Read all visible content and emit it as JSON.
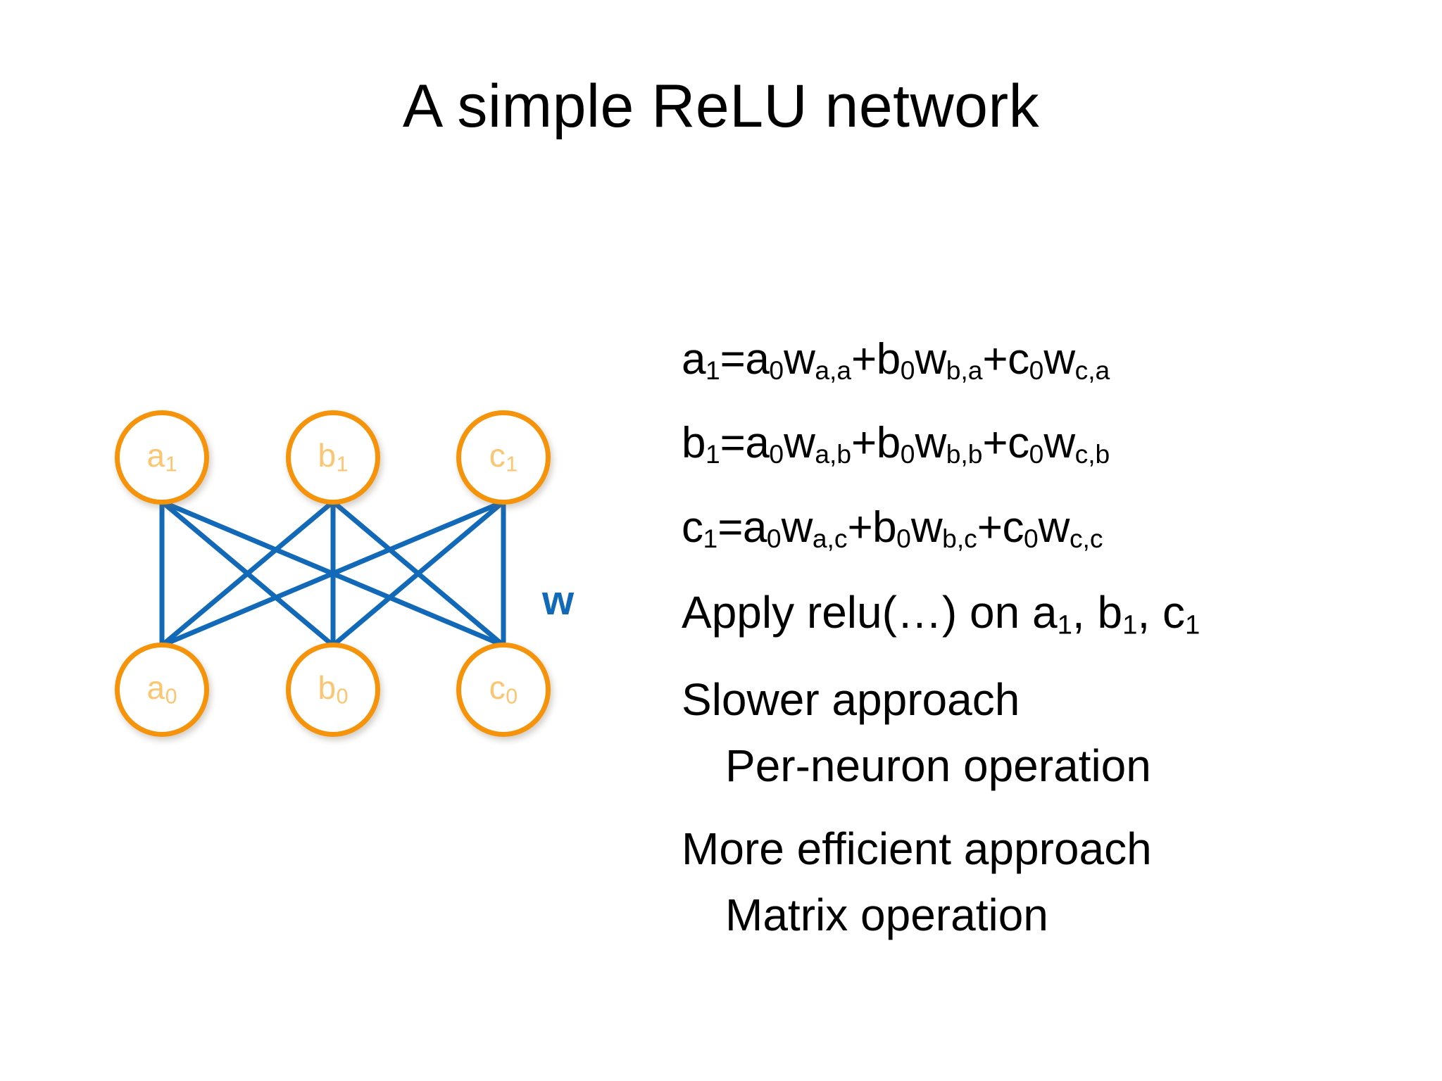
{
  "slide": {
    "title": "A simple ReLU network",
    "background_color": "#ffffff"
  },
  "colors": {
    "node_ring": "#F5930B",
    "node_fill": "#ffffff",
    "node_label": "#FBC572",
    "edge": "#1269B8",
    "weight_label": "#1269B8",
    "text": "#000000"
  },
  "diagram": {
    "name": "feedforward-network",
    "weight_label": "w",
    "layers": [
      {
        "name": "output-layer",
        "nodes": [
          {
            "id": "a1",
            "base": "a",
            "sub": "1"
          },
          {
            "id": "b1",
            "base": "b",
            "sub": "1"
          },
          {
            "id": "c1",
            "base": "c",
            "sub": "1"
          }
        ]
      },
      {
        "name": "input-layer",
        "nodes": [
          {
            "id": "a0",
            "base": "a",
            "sub": "0"
          },
          {
            "id": "b0",
            "base": "b",
            "sub": "0"
          },
          {
            "id": "c0",
            "base": "c",
            "sub": "0"
          }
        ]
      }
    ],
    "edges": [
      {
        "from": "a0",
        "to": "a1"
      },
      {
        "from": "a0",
        "to": "b1"
      },
      {
        "from": "a0",
        "to": "c1"
      },
      {
        "from": "b0",
        "to": "a1"
      },
      {
        "from": "b0",
        "to": "b1"
      },
      {
        "from": "b0",
        "to": "c1"
      },
      {
        "from": "c0",
        "to": "a1"
      },
      {
        "from": "c0",
        "to": "b1"
      },
      {
        "from": "c0",
        "to": "c1"
      }
    ]
  },
  "content": {
    "lines": [
      {
        "name": "equation-a1",
        "kind": "equation",
        "indent": false,
        "parts": [
          {
            "t": "a"
          },
          {
            "t": "1",
            "sub": true
          },
          {
            "t": "=a"
          },
          {
            "t": "0",
            "sub": true
          },
          {
            "t": "w"
          },
          {
            "t": "a,a",
            "sub": true
          },
          {
            "t": "+b"
          },
          {
            "t": "0",
            "sub": true
          },
          {
            "t": "w"
          },
          {
            "t": "b,a",
            "sub": true
          },
          {
            "t": "+c"
          },
          {
            "t": "0",
            "sub": true
          },
          {
            "t": "w"
          },
          {
            "t": "c,a",
            "sub": true
          }
        ]
      },
      {
        "name": "equation-b1",
        "kind": "equation",
        "indent": false,
        "parts": [
          {
            "t": "b"
          },
          {
            "t": "1",
            "sub": true
          },
          {
            "t": "=a"
          },
          {
            "t": "0",
            "sub": true
          },
          {
            "t": "w"
          },
          {
            "t": "a,b",
            "sub": true
          },
          {
            "t": "+b"
          },
          {
            "t": "0",
            "sub": true
          },
          {
            "t": "w"
          },
          {
            "t": "b,b",
            "sub": true
          },
          {
            "t": "+c"
          },
          {
            "t": "0",
            "sub": true
          },
          {
            "t": "w"
          },
          {
            "t": "c,b",
            "sub": true
          }
        ]
      },
      {
        "name": "equation-c1",
        "kind": "equation",
        "indent": false,
        "parts": [
          {
            "t": "c"
          },
          {
            "t": "1",
            "sub": true
          },
          {
            "t": "=a"
          },
          {
            "t": "0",
            "sub": true
          },
          {
            "t": "w"
          },
          {
            "t": "a,c",
            "sub": true
          },
          {
            "t": "+b"
          },
          {
            "t": "0",
            "sub": true
          },
          {
            "t": "w"
          },
          {
            "t": "b,c",
            "sub": true
          },
          {
            "t": "+c"
          },
          {
            "t": "0",
            "sub": true
          },
          {
            "t": "w"
          },
          {
            "t": "c,c",
            "sub": true
          }
        ]
      },
      {
        "name": "apply-relu",
        "kind": "text",
        "indent": false,
        "parts": [
          {
            "t": "Apply relu(…) on a"
          },
          {
            "t": "1",
            "sub": true
          },
          {
            "t": ", b"
          },
          {
            "t": "1",
            "sub": true
          },
          {
            "t": ", c"
          },
          {
            "t": "1",
            "sub": true
          }
        ]
      },
      {
        "name": "slower-approach",
        "kind": "text",
        "indent": false,
        "tight": true,
        "parts": [
          {
            "t": "Slower approach"
          }
        ]
      },
      {
        "name": "per-neuron-operation",
        "kind": "text",
        "indent": true,
        "parts": [
          {
            "t": "Per-neuron operation"
          }
        ]
      },
      {
        "name": "more-efficient-approach",
        "kind": "text",
        "indent": false,
        "tight": true,
        "parts": [
          {
            "t": "More efficient approach"
          }
        ]
      },
      {
        "name": "matrix-operation",
        "kind": "text",
        "indent": true,
        "parts": [
          {
            "t": "Matrix operation"
          }
        ]
      }
    ]
  }
}
